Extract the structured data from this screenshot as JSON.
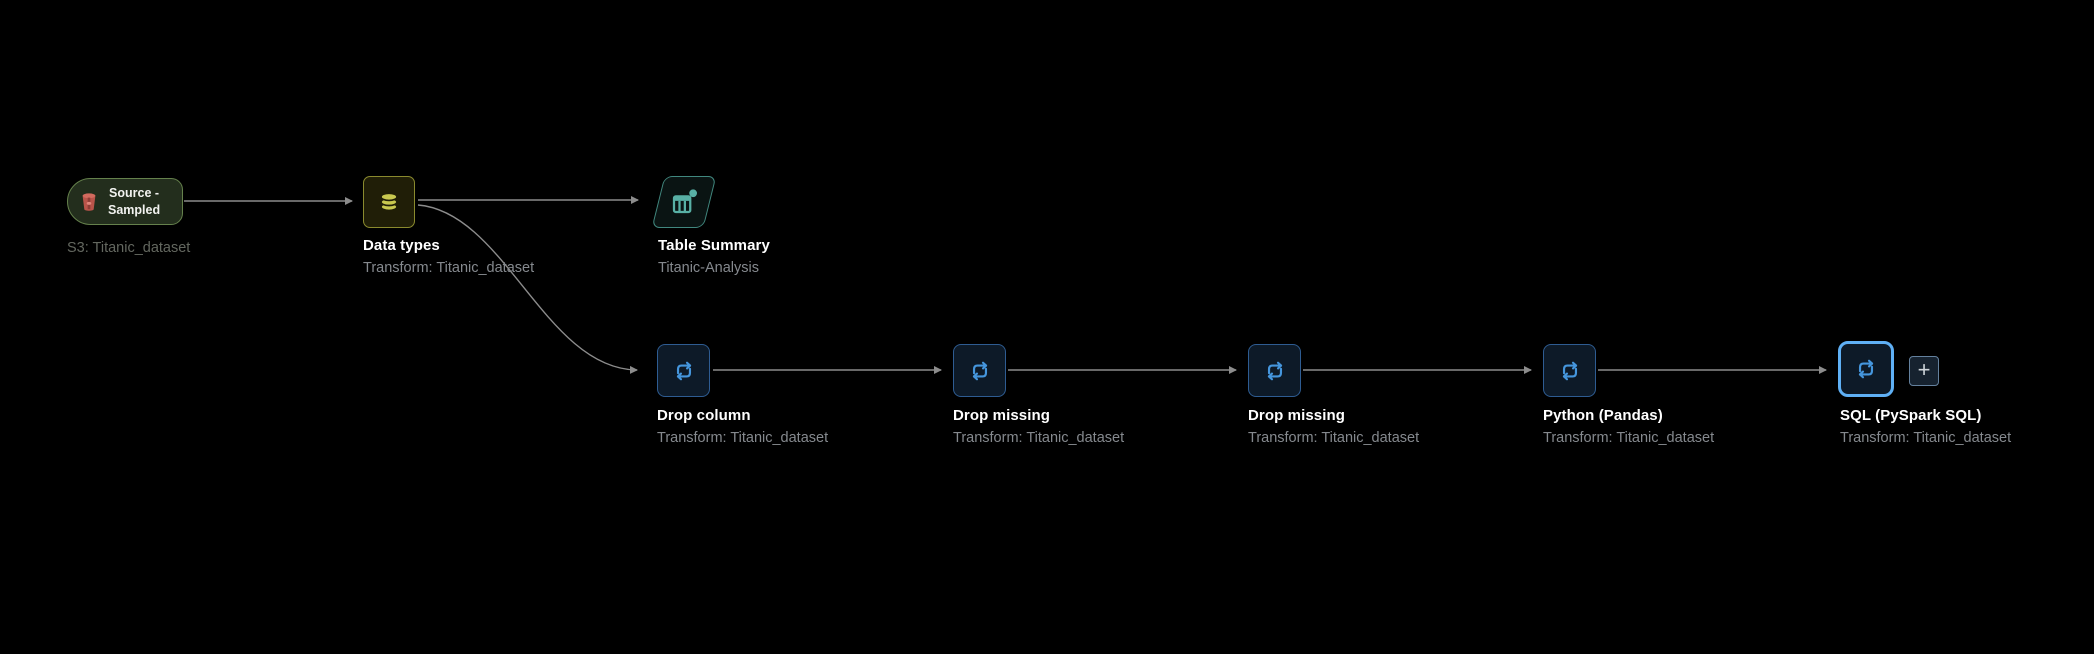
{
  "app": "data-flow-canvas",
  "colors": {
    "canvas_bg": "#000000",
    "connector": "#8c8c8c",
    "node_title": "#ffffff",
    "node_subtitle": "#85898e",
    "source_label_text": "#63675f",
    "source_border": "#65814c",
    "source_bg": "#232e1d",
    "s3_icon_red": "#c4564b",
    "datatypes_border": "#8a8a2e",
    "datatypes_bg": "#201e07",
    "datatypes_icon_yellow": "#c8c84f",
    "summary_border": "#41887f",
    "summary_bg": "#0a1413",
    "summary_icon_teal": "#58b0a5",
    "transform_border": "#2e5c92",
    "transform_bg": "#0d1a28",
    "transform_icon_blue": "#4596dd",
    "selected_border": "#5fb0f5",
    "plus_border": "#64819e",
    "plus_bg": "#16222f"
  },
  "flow": {
    "source_node": {
      "icon": "s3-bucket-icon",
      "title_line1": "Source -",
      "title_line2": "Sampled",
      "label": "S3: Titanic_dataset"
    },
    "data_types_node": {
      "icon": "database-icon",
      "title": "Data types",
      "subtitle": "Transform: Titanic_dataset"
    },
    "table_summary_node": {
      "icon": "table-chart-badge-icon",
      "title": "Table Summary",
      "subtitle": "Titanic-Analysis"
    },
    "transform_nodes": [
      {
        "icon": "transform-loop-icon",
        "title": "Drop column",
        "subtitle": "Transform: Titanic_dataset",
        "selected": false
      },
      {
        "icon": "transform-loop-icon",
        "title": "Drop missing",
        "subtitle": "Transform: Titanic_dataset",
        "selected": false
      },
      {
        "icon": "transform-loop-icon",
        "title": "Drop missing",
        "subtitle": "Transform: Titanic_dataset",
        "selected": false
      },
      {
        "icon": "transform-loop-icon",
        "title": "Python (Pandas)",
        "subtitle": "Transform: Titanic_dataset",
        "selected": false
      },
      {
        "icon": "transform-loop-icon",
        "title": "SQL (PySpark SQL)",
        "subtitle": "Transform: Titanic_dataset",
        "selected": true
      }
    ],
    "add_step_button": {
      "icon": "plus-icon",
      "glyph": "+"
    }
  }
}
